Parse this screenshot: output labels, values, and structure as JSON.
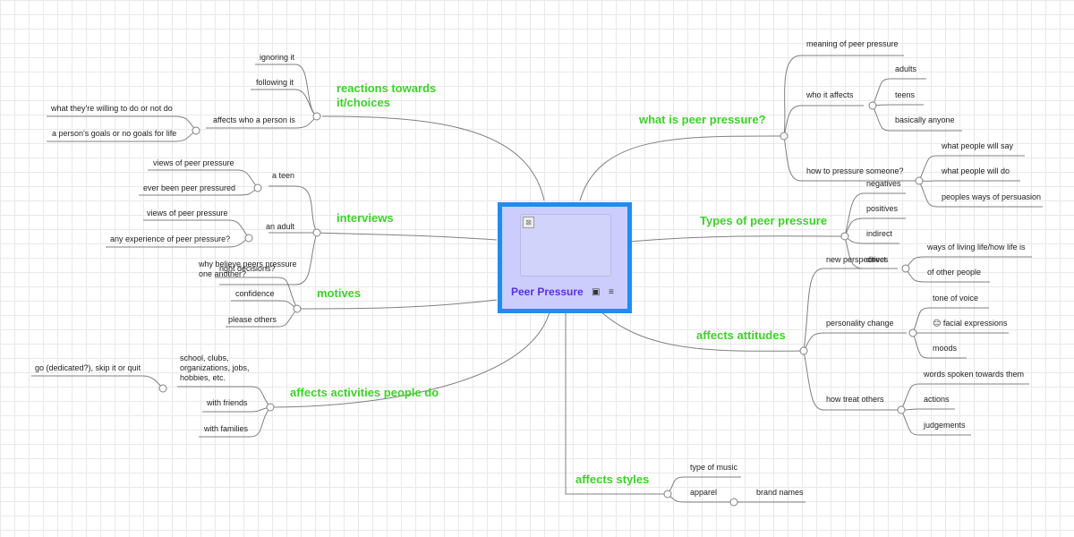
{
  "central": {
    "title": "Peer Pressure",
    "image_icon": "broken-image-icon",
    "icons": [
      "image-icon",
      "notes-icon"
    ]
  },
  "colors": {
    "branch": "#3dd12a",
    "central_border": "#1f8cf2",
    "central_fill": "#cccdfc",
    "line": "#808080",
    "title": "#5a32d8"
  },
  "branches": {
    "reactions": {
      "label": "reactions towards it/choices",
      "ignoring": "ignoring it",
      "following": "following it",
      "affects_who": "affects who a person is",
      "willing": "what they're willing to do or not do",
      "goals": "a person's goals or no goals for life"
    },
    "interviews": {
      "label": "interviews",
      "teen": "a teen",
      "teen_views": "views of peer pressure",
      "teen_ever": "ever been peer pressured",
      "adult": "an adult",
      "adult_views": "views of peer pressure",
      "adult_any": "any experience of peer pressure?"
    },
    "motives": {
      "label": "motives",
      "why": "why believe peers pressure one another?",
      "right": "right decisions?",
      "confidence": "confidence",
      "please": "please others"
    },
    "activities": {
      "label": "affects activities people do",
      "school": "school, clubs, organizations, jobs, hobbies, etc.",
      "go": "go (dedicated?), skip it or quit",
      "friends": "with friends",
      "families": "with families"
    },
    "what_is": {
      "label": "what is peer pressure?",
      "meaning": "meaning of peer pressure",
      "who_affects": "who it affects",
      "adults": "adults",
      "teens": "teens",
      "anyone": "basically anyone",
      "how_pressure": "how to pressure someone?",
      "say": "what people will say",
      "do": "what people will do",
      "persuasion": "peoples ways of persuasion"
    },
    "types": {
      "label": "Types of peer pressure",
      "negatives": "negatives",
      "positives": "positives",
      "indirect": "indirect",
      "direct": "direct"
    },
    "attitudes": {
      "label": "affects attitudes",
      "new_persp": "new perspectives",
      "ways_living": "ways of living life/how life is",
      "other_people": "of other people",
      "personality": "personality change",
      "tone": "tone of voice",
      "facial": "facial expressions",
      "facial_emoji": "😑",
      "moods": "moods",
      "treat": "how treat others",
      "words": "words spoken towards them",
      "actions": "actions",
      "judgements": "judgements"
    },
    "styles": {
      "label": "affects styles",
      "music": "type of music",
      "apparel": "apparel",
      "brand": "brand names"
    }
  }
}
